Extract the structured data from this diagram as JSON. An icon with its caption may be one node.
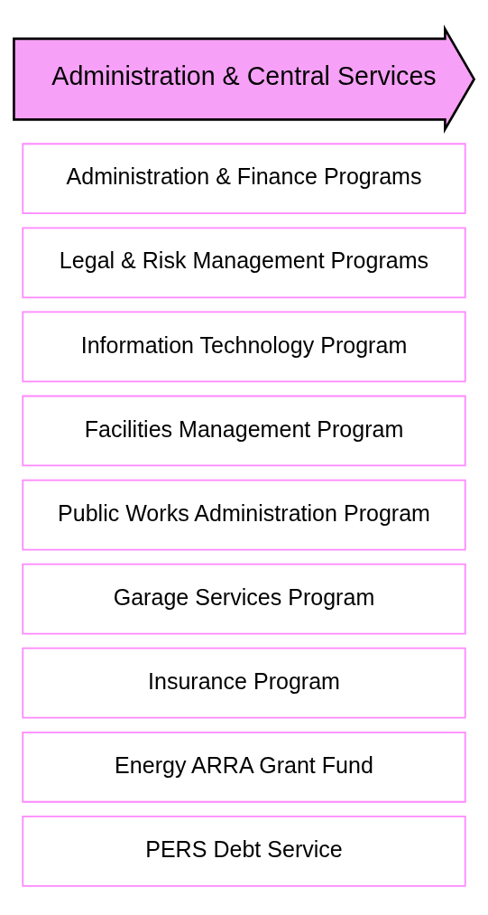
{
  "diagram": {
    "nodes": [
      {
        "text": [
          "Administration & Central Services"
        ]
      },
      {
        "text": [
          "Administration & Finance Programs"
        ]
      },
      {
        "text": [
          "Legal & Risk Management Programs"
        ]
      },
      {
        "text": [
          "Information Technology Program"
        ]
      },
      {
        "text": [
          "Facilities Management Program"
        ]
      },
      {
        "text": [
          "Public Works Administration Program"
        ]
      },
      {
        "text": [
          "Garage Services Program"
        ]
      },
      {
        "text": [
          "Insurance Program"
        ]
      },
      {
        "text": [
          "Energy ARRA Grant Fund"
        ]
      },
      {
        "text": [
          "PERS Debt Service"
        ]
      }
    ]
  }
}
